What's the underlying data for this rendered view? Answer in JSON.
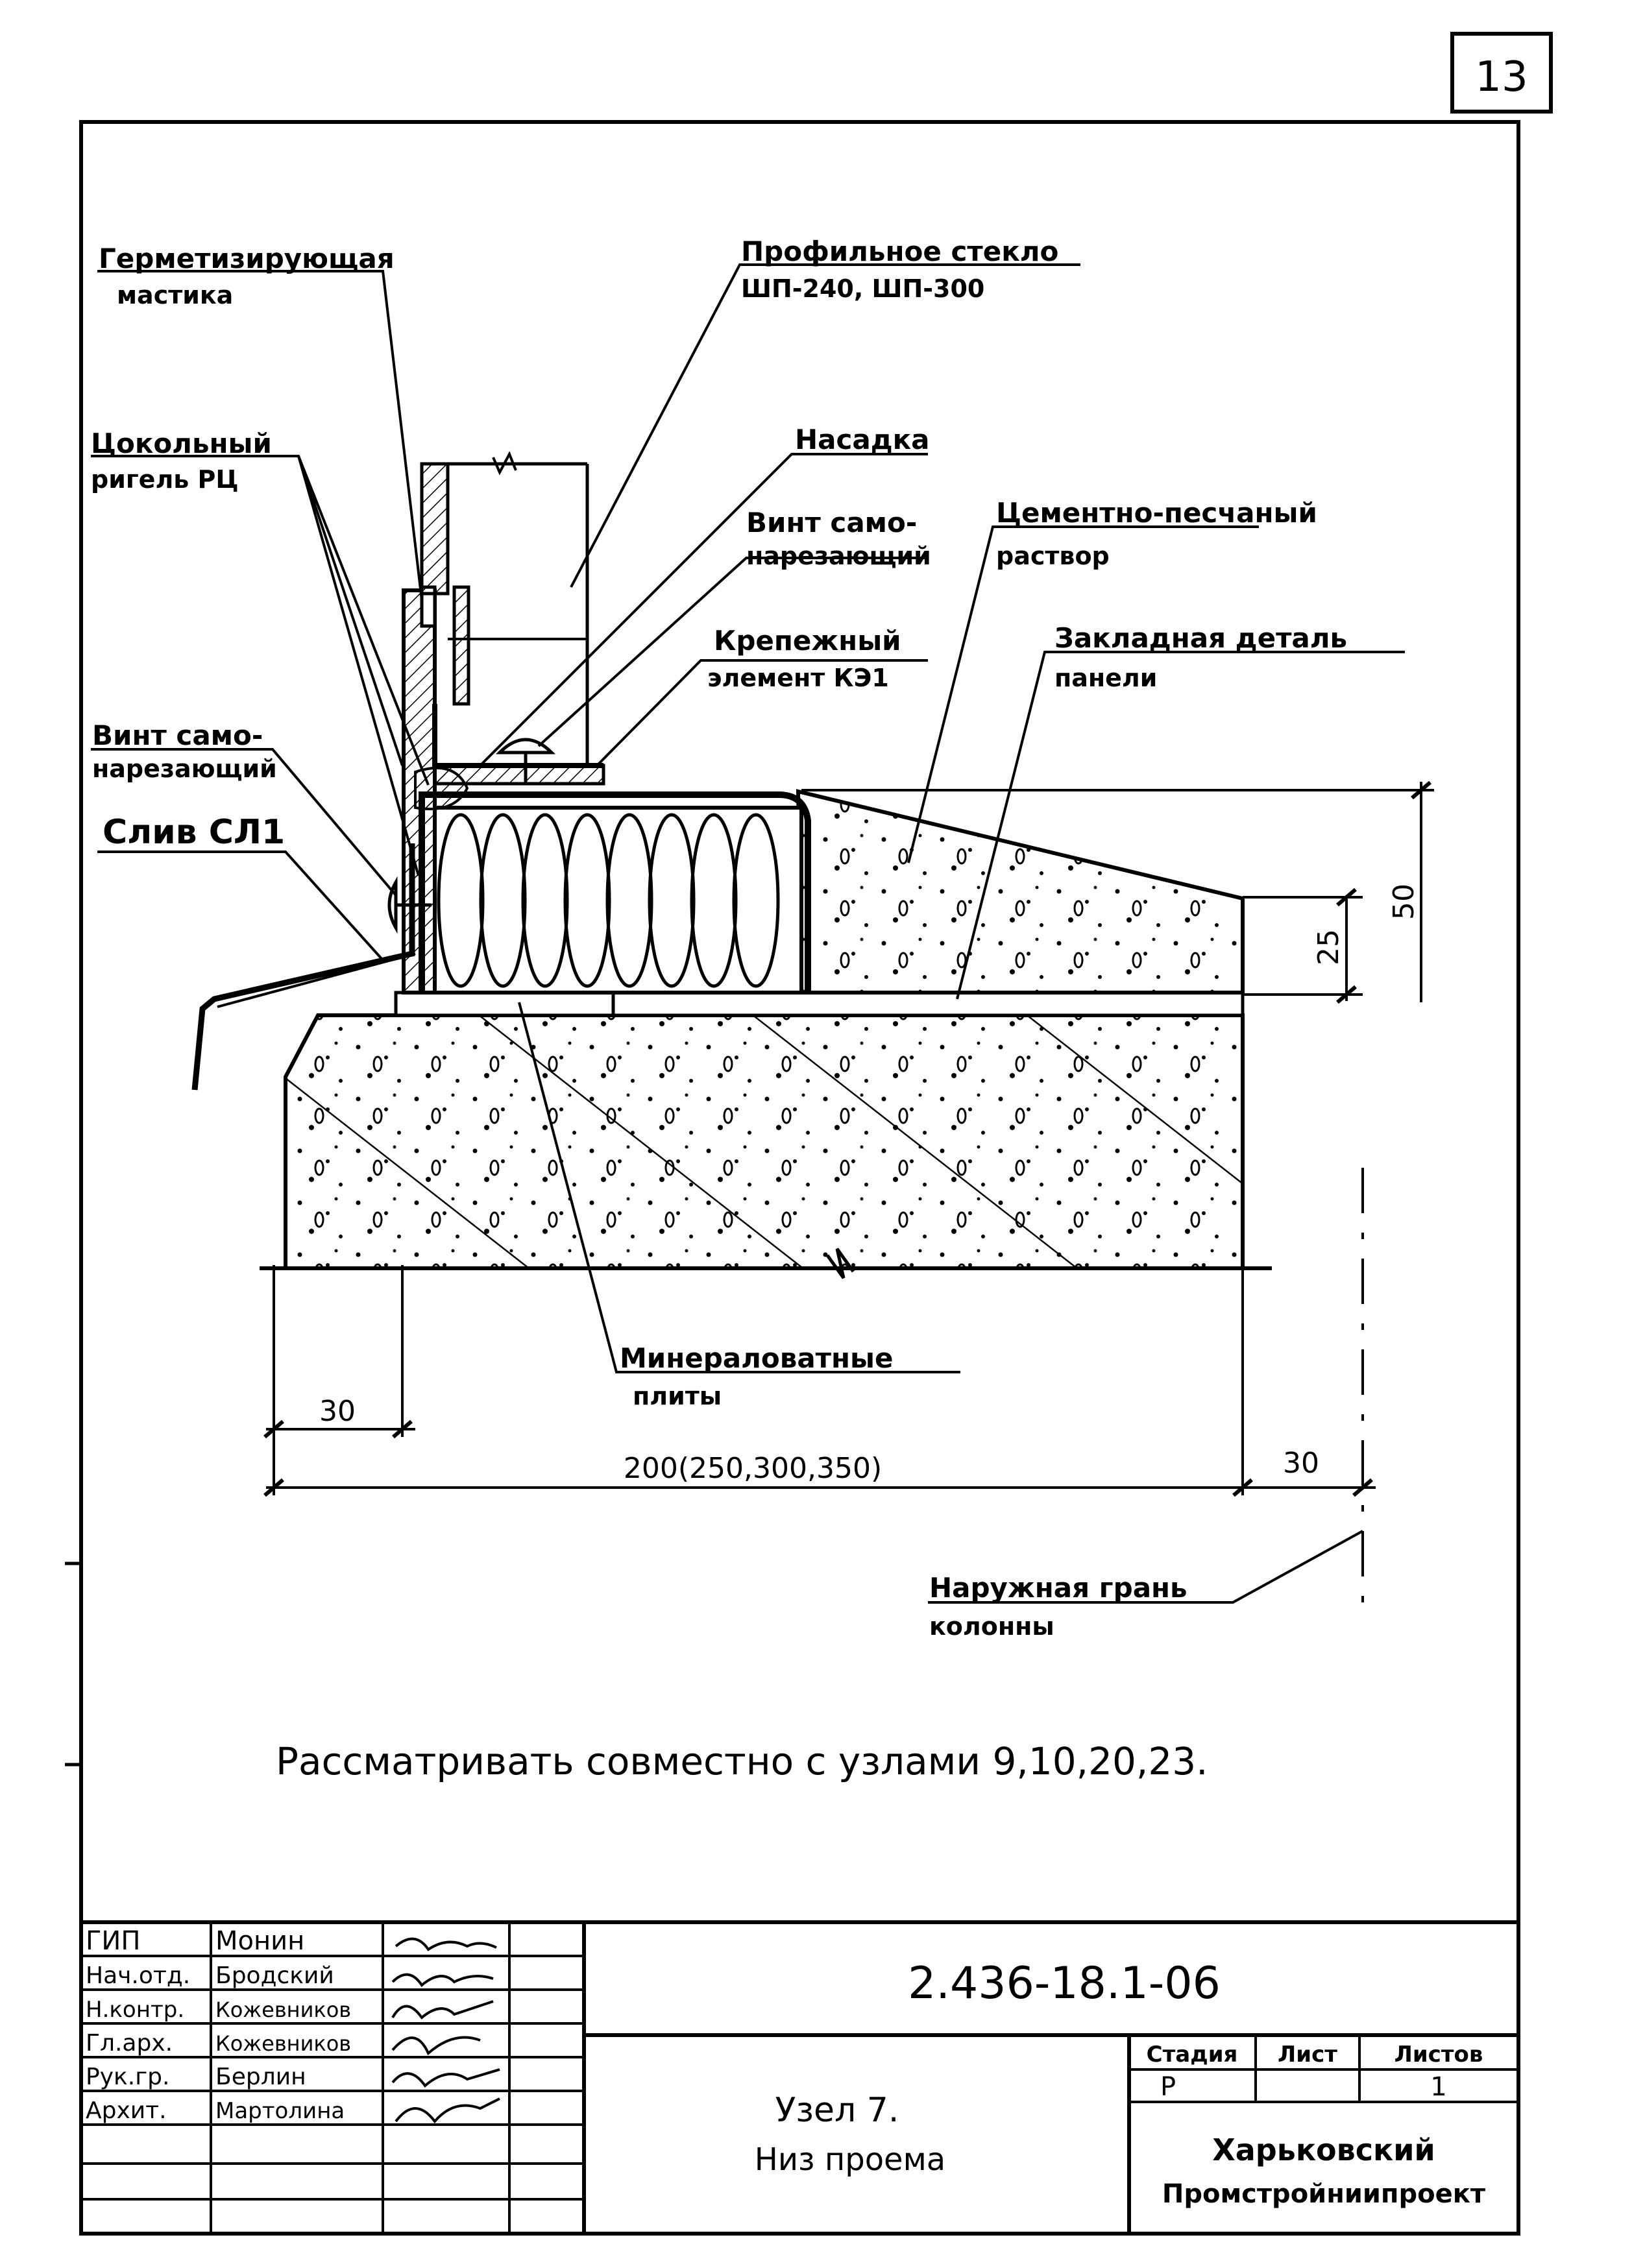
{
  "sheet": {
    "page_number": "13",
    "note": "Рассматривать совместно с узлами 9,10,20,23."
  },
  "labels": {
    "sealant_1": "Герметизирующая",
    "sealant_2": "мастика",
    "glass_1": "Профильное стекло",
    "glass_2": "ШП-240, ШП-300",
    "plinth_1": "Цокольный",
    "plinth_2": "ригель РЦ",
    "cap": "Насадка",
    "screw_top_1": "Винт само-",
    "screw_top_2": "нарезающий",
    "mortar_1": "Цементно-песчаный",
    "mortar_2": "раствор",
    "fastener_1": "Крепежный",
    "fastener_2": "элемент КЭ1",
    "embedded_1": "Закладная деталь",
    "embedded_2": "панели",
    "screw_left_1": "Винт само-",
    "screw_left_2": "нарезающий",
    "drip": "Слив СЛ1",
    "mineral_1": "Минераловатные",
    "mineral_2": "плиты",
    "column_1": "Наружная грань",
    "column_2": "колонны"
  },
  "dimensions": {
    "d30_left": "30",
    "d_width": "200(250,300,350)",
    "d30_right": "30",
    "d25": "25",
    "d50": "50"
  },
  "title_block": {
    "roles": [
      "ГИП",
      "Нач.отд.",
      "Н.контр.",
      "Гл.арх.",
      "Рук.гр.",
      "Архит."
    ],
    "names": [
      "Монин",
      "Бродский",
      "Кожевников",
      "Кожевников",
      "Берлин",
      "Мартолина"
    ],
    "code": "2.436-18.1-06",
    "stage_header": "Стадия",
    "sheet_header": "Лист",
    "sheets_header": "Листов",
    "stage_value": "Р",
    "sheet_value": "",
    "sheets_value": "1",
    "title_1": "Узел 7.",
    "title_2": "Низ проема",
    "org_1": "Харьковский",
    "org_2": "Промстройниипроект"
  }
}
